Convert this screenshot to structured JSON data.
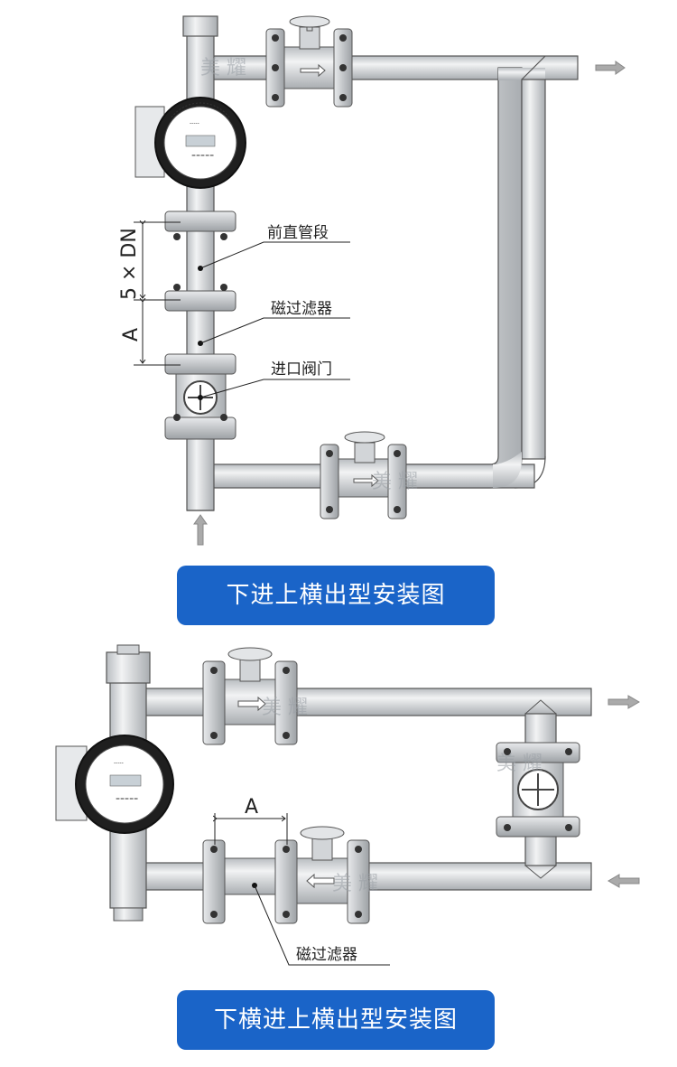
{
  "diagram1": {
    "caption": "下进上横出型安装图",
    "labels": {
      "front_straight_pipe": "前直管段",
      "magnetic_filter": "磁过滤器",
      "inlet_valve": "进口阀门"
    },
    "dimensions": {
      "five_dn": "5 × DN",
      "a": "A"
    },
    "watermark": "美 耀"
  },
  "diagram2": {
    "caption": "下横进上横出型安装图",
    "labels": {
      "magnetic_filter": "磁过滤器"
    },
    "dimensions": {
      "a": "A"
    },
    "watermark": "美 耀"
  },
  "colors": {
    "caption_bg": "#1a64c8",
    "pipe_fill": "#d9dcdf",
    "pipe_stroke": "#555555",
    "meter_ring": "#222222",
    "arrow": "#888888"
  }
}
